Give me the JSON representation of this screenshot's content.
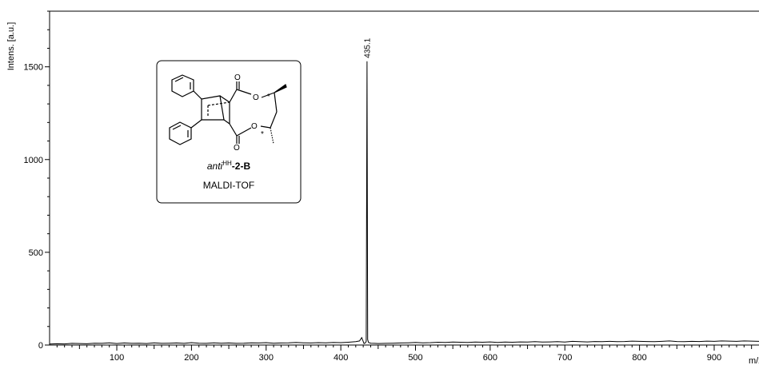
{
  "chart_data": {
    "type": "line",
    "title": "",
    "xlabel": "m/z",
    "ylabel": "Intens. [a.u.]",
    "xlim": [
      10,
      960
    ],
    "ylim": [
      0,
      1800
    ],
    "x_ticks": [
      100,
      200,
      300,
      400,
      500,
      600,
      700,
      800,
      900
    ],
    "y_ticks": [
      0,
      500,
      1000,
      1500
    ],
    "grid": false,
    "series": [
      {
        "x": [
          10,
          20,
          30,
          40,
          50,
          60,
          70,
          80,
          90,
          100,
          110,
          120,
          130,
          140,
          150,
          160,
          170,
          180,
          190,
          200,
          210,
          220,
          230,
          240,
          250,
          260,
          270,
          280,
          290,
          300,
          310,
          320,
          330,
          340,
          350,
          360,
          370,
          380,
          390,
          400,
          410,
          420,
          425,
          428,
          431,
          433,
          434,
          435.1,
          436,
          437,
          440,
          445,
          450,
          460,
          470,
          480,
          490,
          500,
          510,
          520,
          530,
          540,
          550,
          560,
          570,
          580,
          590,
          600,
          610,
          620,
          630,
          640,
          650,
          660,
          670,
          680,
          690,
          700,
          710,
          720,
          730,
          740,
          750,
          760,
          770,
          780,
          790,
          800,
          810,
          820,
          830,
          840,
          850,
          860,
          870,
          880,
          890,
          900,
          910,
          920,
          930,
          940,
          950,
          960
        ],
        "y": [
          5,
          7,
          6,
          9,
          8,
          7,
          10,
          9,
          12,
          8,
          11,
          9,
          10,
          8,
          12,
          9,
          10,
          11,
          9,
          13,
          10,
          9,
          12,
          10,
          11,
          9,
          10,
          12,
          11,
          13,
          10,
          11,
          12,
          14,
          12,
          11,
          13,
          12,
          14,
          13,
          15,
          18,
          22,
          40,
          8,
          12,
          20,
          1530,
          30,
          14,
          10,
          9,
          8,
          9,
          10,
          11,
          12,
          14,
          12,
          13,
          15,
          14,
          16,
          15,
          14,
          16,
          15,
          17,
          14,
          16,
          15,
          17,
          16,
          18,
          16,
          17,
          18,
          16,
          20,
          18,
          17,
          19,
          18,
          20,
          18,
          19,
          21,
          20,
          19,
          18,
          20,
          22,
          19,
          18,
          20,
          19,
          21,
          20,
          22,
          21,
          20,
          22,
          21,
          20
        ]
      }
    ],
    "annotations": [
      {
        "x": 435.1,
        "y": 1530,
        "text": "435.1"
      }
    ]
  },
  "inset": {
    "compound_italic": "anti",
    "compound_superscript": "HH",
    "compound_bold": "-2-B",
    "method": "MALDI-TOF",
    "atom_label_o": "O",
    "atom_label_star": "*"
  }
}
